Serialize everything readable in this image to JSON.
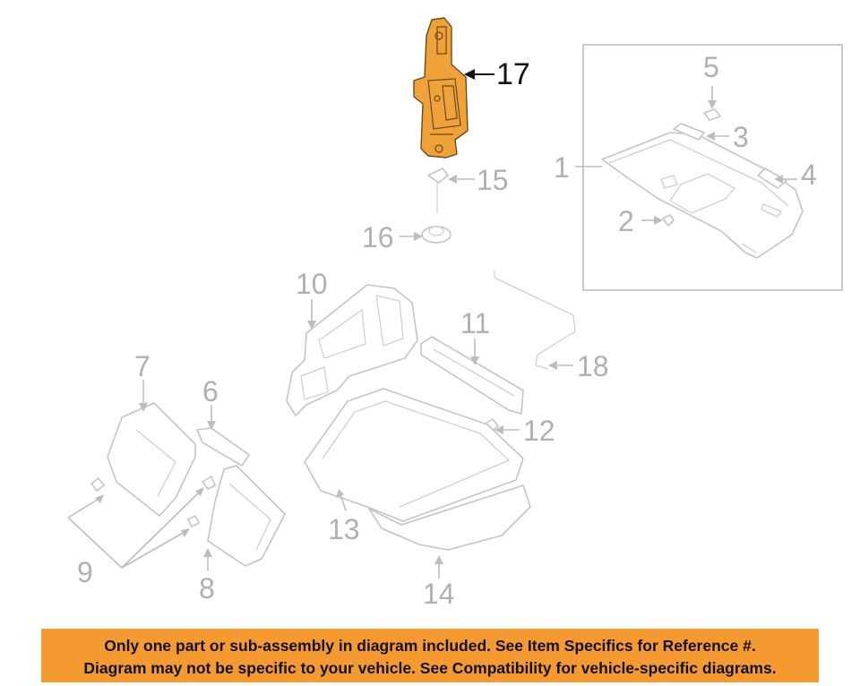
{
  "diagram": {
    "callouts": {
      "c1": "1",
      "c2": "2",
      "c3": "3",
      "c4": "4",
      "c5": "5",
      "c6": "6",
      "c7": "7",
      "c8": "8",
      "c9": "9",
      "c10": "10",
      "c11": "11",
      "c12": "12",
      "c13": "13",
      "c14": "14",
      "c15": "15",
      "c16": "16",
      "c17": "17",
      "c18": "18"
    },
    "highlighted_callout": "17",
    "highlight_color": "#f0a23a",
    "part_line_color": "#c4c4c4"
  },
  "disclaimer": {
    "line1": "Only one part or sub-assembly in diagram included. See Item Specifics for Reference #.",
    "line2": "Diagram may not be specific to your vehicle. See Compatibility for vehicle-specific diagrams.",
    "background_color": "#f49a30"
  }
}
